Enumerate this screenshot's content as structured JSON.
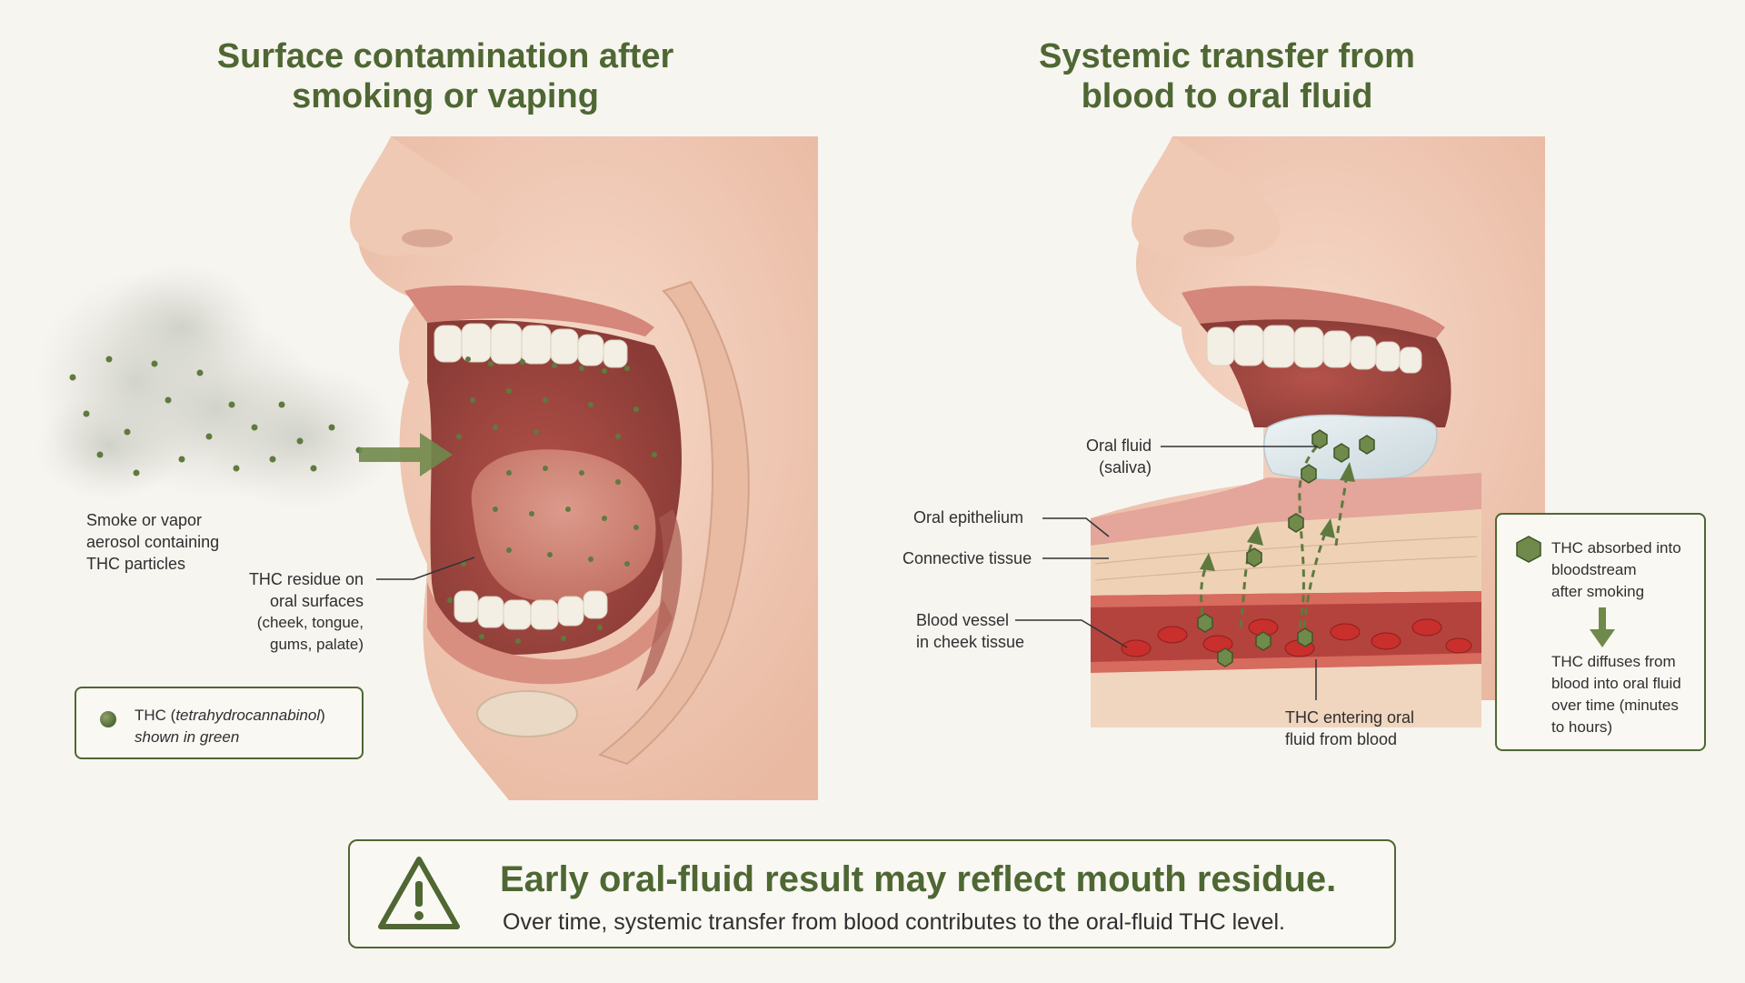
{
  "left_panel": {
    "title_line1": "Surface contamination after",
    "title_line2": "smoking or vaping",
    "smoke_label": [
      "Smoke or vapor",
      "aerosol containing",
      "THC particles"
    ],
    "residue_label": [
      "THC residue on",
      "oral surfaces",
      "(cheek, tongue,",
      "gums, palate)"
    ],
    "legend": {
      "line1_prefix": "THC (",
      "line1_italic": "tetrahydrocannabinol",
      "line1_suffix": ")",
      "line2": "shown in green"
    }
  },
  "right_panel": {
    "title_line1": "Systemic transfer from",
    "title_line2": "blood to oral fluid",
    "oral_fluid_label": [
      "Oral fluid",
      "(saliva)"
    ],
    "epithelium_label": "Oral epithelium",
    "connective_label": "Connective tissue",
    "vessel_label": [
      "Blood vessel",
      "in cheek tissue"
    ],
    "entering_label": [
      "THC entering oral",
      "fluid from blood"
    ],
    "process": {
      "step1": [
        "THC absorbed into",
        "bloodstream",
        "after smoking"
      ],
      "step2": [
        "THC diffuses from",
        "blood into oral fluid",
        "over time (minutes",
        "to hours)"
      ]
    }
  },
  "banner": {
    "title": "Early oral-fluid result may reflect mouth residue.",
    "subtitle": "Over time, systemic transfer from blood contributes to the oral-fluid THC level."
  },
  "colors": {
    "accent_green": "#4e6733",
    "thc_green": "#5f7a3f",
    "background": "#f7f5f0"
  },
  "icons": [
    "warning-icon",
    "thc-hexagon-icon",
    "down-arrow-icon",
    "right-arrow-icon"
  ]
}
